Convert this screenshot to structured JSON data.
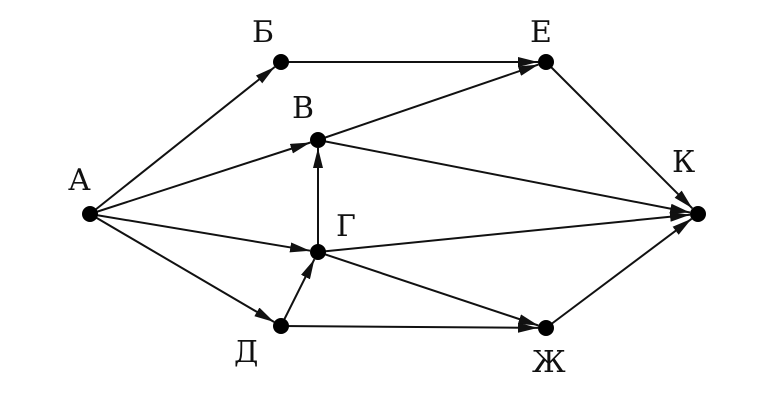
{
  "colors": {
    "line": "#111111",
    "node": "#000000",
    "background": "#ffffff"
  },
  "nodes": [
    {
      "id": "A",
      "label": "А"
    },
    {
      "id": "B",
      "label": "Б"
    },
    {
      "id": "V",
      "label": "В"
    },
    {
      "id": "G",
      "label": "Г"
    },
    {
      "id": "D",
      "label": "Д"
    },
    {
      "id": "E",
      "label": "Е"
    },
    {
      "id": "K",
      "label": "К"
    },
    {
      "id": "ZH",
      "label": "Ж"
    }
  ],
  "edges": [
    {
      "from": "A",
      "to": "B"
    },
    {
      "from": "A",
      "to": "V"
    },
    {
      "from": "A",
      "to": "G"
    },
    {
      "from": "A",
      "to": "D"
    },
    {
      "from": "B",
      "to": "E"
    },
    {
      "from": "V",
      "to": "E"
    },
    {
      "from": "V",
      "to": "K"
    },
    {
      "from": "G",
      "to": "V"
    },
    {
      "from": "G",
      "to": "K"
    },
    {
      "from": "G",
      "to": "ZH"
    },
    {
      "from": "D",
      "to": "G"
    },
    {
      "from": "D",
      "to": "ZH"
    },
    {
      "from": "E",
      "to": "K"
    },
    {
      "from": "ZH",
      "to": "K"
    }
  ]
}
